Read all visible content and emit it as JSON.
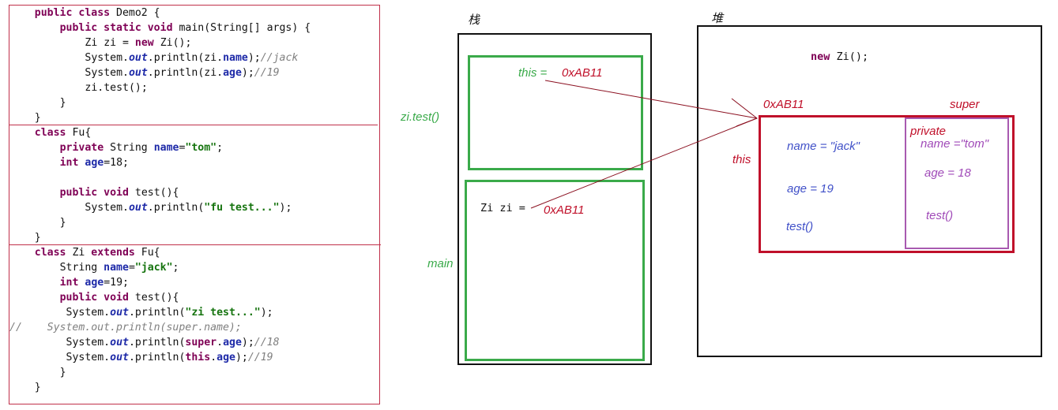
{
  "code": {
    "lines": [
      {
        "indent": 4,
        "tokens": [
          [
            "kw",
            "public class"
          ],
          [
            "pln",
            " Demo2 {"
          ]
        ]
      },
      {
        "indent": 8,
        "tokens": [
          [
            "kw",
            "public static void"
          ],
          [
            "pln",
            " main(String[] args) {"
          ]
        ]
      },
      {
        "indent": 12,
        "tokens": [
          [
            "pln",
            "Zi zi = "
          ],
          [
            "kw",
            "new"
          ],
          [
            "pln",
            " Zi();"
          ]
        ]
      },
      {
        "indent": 12,
        "tokens": [
          [
            "pln",
            "System."
          ],
          [
            "sta",
            "out"
          ],
          [
            "pln",
            ".println(zi."
          ],
          [
            "fld",
            "name"
          ],
          [
            "pln",
            ");"
          ],
          [
            "cmt",
            "//jack"
          ]
        ]
      },
      {
        "indent": 12,
        "tokens": [
          [
            "pln",
            "System."
          ],
          [
            "sta",
            "out"
          ],
          [
            "pln",
            ".println(zi."
          ],
          [
            "fld",
            "age"
          ],
          [
            "pln",
            ");"
          ],
          [
            "cmt",
            "//19"
          ]
        ]
      },
      {
        "indent": 12,
        "tokens": [
          [
            "pln",
            "zi.test();"
          ]
        ]
      },
      {
        "indent": 8,
        "tokens": [
          [
            "pln",
            "}"
          ]
        ]
      },
      {
        "indent": 4,
        "tokens": [
          [
            "pln",
            "}"
          ]
        ]
      },
      {
        "indent": 4,
        "tokens": [
          [
            "kw",
            "class"
          ],
          [
            "pln",
            " Fu{"
          ]
        ]
      },
      {
        "indent": 8,
        "tokens": [
          [
            "kw",
            "private"
          ],
          [
            "pln",
            " String "
          ],
          [
            "fld",
            "name"
          ],
          [
            "pln",
            "="
          ],
          [
            "str",
            "\"tom\""
          ],
          [
            "pln",
            ";"
          ]
        ]
      },
      {
        "indent": 8,
        "tokens": [
          [
            "kw",
            "int"
          ],
          [
            "pln",
            " "
          ],
          [
            "fld",
            "age"
          ],
          [
            "pln",
            "=18;"
          ]
        ]
      },
      {
        "indent": 0,
        "tokens": []
      },
      {
        "indent": 8,
        "tokens": [
          [
            "kw",
            "public void"
          ],
          [
            "pln",
            " test(){"
          ]
        ]
      },
      {
        "indent": 12,
        "tokens": [
          [
            "pln",
            "System."
          ],
          [
            "sta",
            "out"
          ],
          [
            "pln",
            ".println("
          ],
          [
            "str",
            "\"fu test...\""
          ],
          [
            "pln",
            ");"
          ]
        ]
      },
      {
        "indent": 8,
        "tokens": [
          [
            "pln",
            "}"
          ]
        ]
      },
      {
        "indent": 4,
        "tokens": [
          [
            "pln",
            "}"
          ]
        ]
      },
      {
        "indent": 4,
        "tokens": [
          [
            "kw",
            "class"
          ],
          [
            "pln",
            " Zi "
          ],
          [
            "kw",
            "extends"
          ],
          [
            "pln",
            " Fu{"
          ]
        ]
      },
      {
        "indent": 8,
        "tokens": [
          [
            "pln",
            "String "
          ],
          [
            "fld",
            "name"
          ],
          [
            "pln",
            "="
          ],
          [
            "str",
            "\"jack\""
          ],
          [
            "pln",
            ";"
          ]
        ]
      },
      {
        "indent": 8,
        "tokens": [
          [
            "kw",
            "int"
          ],
          [
            "pln",
            " "
          ],
          [
            "fld",
            "age"
          ],
          [
            "pln",
            "=19;"
          ]
        ]
      },
      {
        "indent": 8,
        "tokens": [
          [
            "kw",
            "public void"
          ],
          [
            "pln",
            " test(){"
          ]
        ]
      },
      {
        "indent": 9,
        "tokens": [
          [
            "pln",
            "System."
          ],
          [
            "sta",
            "out"
          ],
          [
            "pln",
            ".println("
          ],
          [
            "str",
            "\"zi test...\""
          ],
          [
            "pln",
            ");"
          ]
        ]
      },
      {
        "indent": 0,
        "tokens": [
          [
            "cmt",
            "//    System.out.println(super.name);"
          ]
        ]
      },
      {
        "indent": 9,
        "tokens": [
          [
            "pln",
            "System."
          ],
          [
            "sta",
            "out"
          ],
          [
            "pln",
            ".println("
          ],
          [
            "kw",
            "super"
          ],
          [
            "pln",
            "."
          ],
          [
            "fld",
            "age"
          ],
          [
            "pln",
            ");"
          ],
          [
            "cmt",
            "//18"
          ]
        ]
      },
      {
        "indent": 9,
        "tokens": [
          [
            "pln",
            "System."
          ],
          [
            "sta",
            "out"
          ],
          [
            "pln",
            ".println("
          ],
          [
            "kw",
            "this"
          ],
          [
            "pln",
            "."
          ],
          [
            "fld",
            "age"
          ],
          [
            "pln",
            ");"
          ],
          [
            "cmt",
            "//19"
          ]
        ]
      },
      {
        "indent": 8,
        "tokens": [
          [
            "pln",
            "}"
          ]
        ]
      },
      {
        "indent": 4,
        "tokens": [
          [
            "pln",
            "}"
          ]
        ]
      }
    ]
  },
  "stack": {
    "title": "栈",
    "test_frame_label": "zi.test()",
    "test_frame_this": "this =",
    "test_frame_this_value": "0xAB11",
    "main_frame_label": "main",
    "main_frame_var": "Zi zi =",
    "main_frame_var_value": "0xAB11"
  },
  "heap": {
    "title": "堆",
    "new_expr": [
      "new",
      " Zi();"
    ],
    "object_address": "0xAB11",
    "this_label": "this",
    "super_label": "super",
    "zi_fields": {
      "name": "name = \"jack\"",
      "age": "age = 19",
      "method": "test()"
    },
    "fu_fields": {
      "access": "private",
      "name": "name =\"tom\"",
      "age": "age = 18",
      "method": "test()"
    }
  },
  "colors": {
    "code_border": "#c0304a",
    "stack_frame": "#3aaa4a",
    "stack_label": "#3aaa4a",
    "address": "#c0102a",
    "arrow": "#8b1020",
    "object_border": "#c0102a",
    "zi_field": "#4050c8",
    "fu_field": "#a04ab8",
    "super_border": "#a85ab0"
  }
}
